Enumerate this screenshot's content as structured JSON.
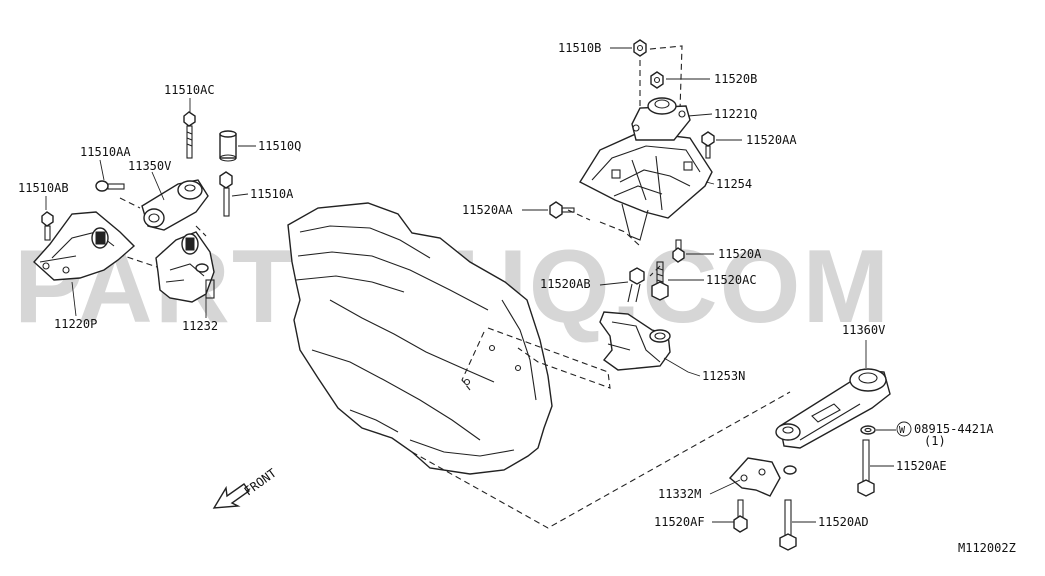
{
  "watermark": "PARTSOUQ.COM",
  "diagram_code": "M112002Z",
  "direction_label": "FRONT",
  "washer_symbol": "W",
  "parts": {
    "p11510B": "11510B",
    "p11520B": "11520B",
    "p11221Q": "11221Q",
    "p11520AA_top": "11520AA",
    "p11254": "11254",
    "p11520AA_left": "11520AA",
    "p11520A": "11520A",
    "p11520AB": "11520AB",
    "p11520AC": "11520AC",
    "p11253N": "11253N",
    "p11360V": "11360V",
    "p08915": "08915-4421A",
    "p08915_qty": "(1)",
    "p11520AE": "11520AE",
    "p11332M": "11332M",
    "p11520AF": "11520AF",
    "p11520AD": "11520AD",
    "p11510AC": "11510AC",
    "p11510AA": "11510AA",
    "p11350V": "11350V",
    "p11510Q": "11510Q",
    "p11510AB": "11510AB",
    "p11510A": "11510A",
    "p11220P": "11220P",
    "p11232": "11232"
  }
}
